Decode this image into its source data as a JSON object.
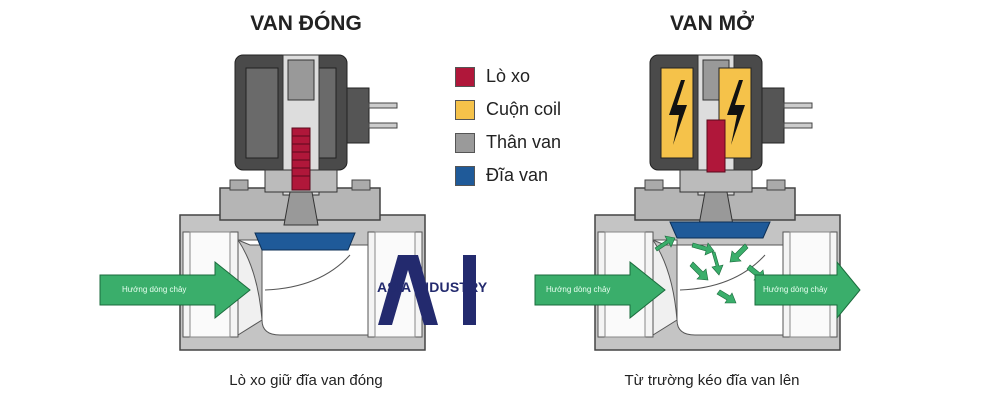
{
  "closed_valve": {
    "title": "VAN ĐÓNG",
    "caption": "Lò xo giữ đĩa van đóng",
    "flow_label": "Hướng dòng chảy"
  },
  "open_valve": {
    "title": "VAN MỞ",
    "caption": "Từ trường kéo đĩa van lên",
    "flow_label_in": "Hướng dòng chảy",
    "flow_label_out": "Hướng dòng chảy"
  },
  "legend": [
    {
      "label": "Lò xo",
      "color": "#b0173a"
    },
    {
      "label": "Cuộn coil",
      "color": "#f5c24a"
    },
    {
      "label": "Thân van",
      "color": "#9a9a9a"
    },
    {
      "label": "Đĩa van",
      "color": "#1f5a99"
    }
  ],
  "logo": {
    "text": "ASIA INDUSTRY",
    "mark": "AI",
    "color": "#232a6e"
  },
  "colors": {
    "flow_arrow": "#3aae6b",
    "body": "#b9b9b9",
    "coil_housing": "#4a4a4a"
  }
}
